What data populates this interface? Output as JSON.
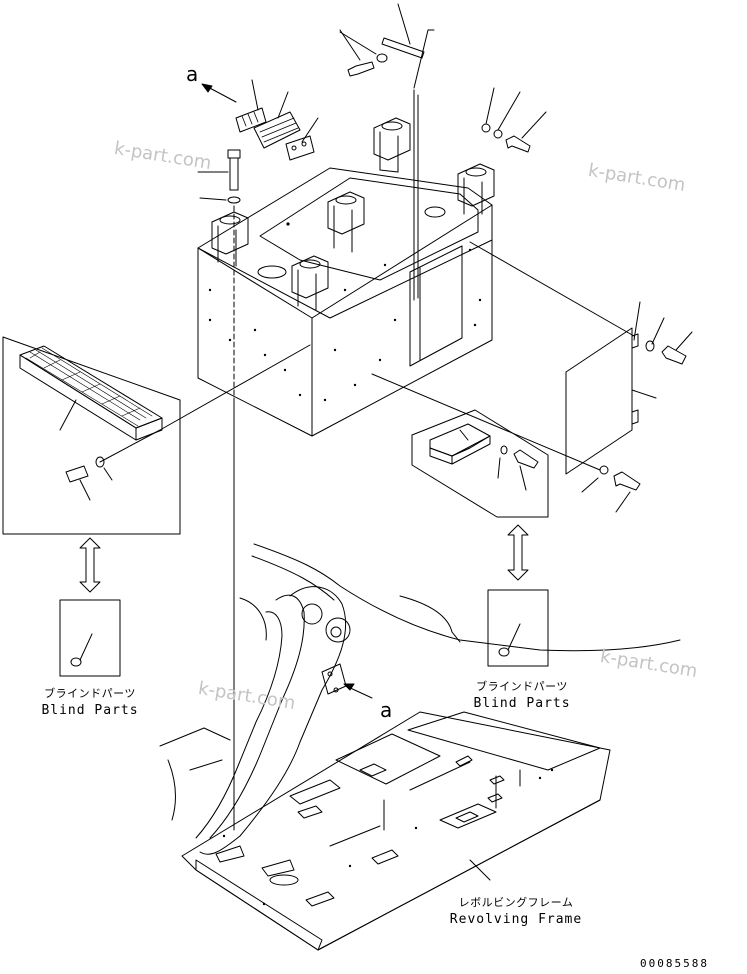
{
  "watermark": "k-part.com",
  "view_arrow_label": "a",
  "blind_parts_left": {
    "jp": "ブラインドパーツ",
    "en": "Blind Parts"
  },
  "blind_parts_right": {
    "jp": "ブラインドパーツ",
    "en": "Blind Parts"
  },
  "revolving_frame": {
    "jp": "レボルビングフレーム",
    "en": "Revolving Frame"
  },
  "document_number": "00085588",
  "colors": {
    "line": "#000000",
    "watermark": "#c4c4c4",
    "background": "#ffffff"
  }
}
